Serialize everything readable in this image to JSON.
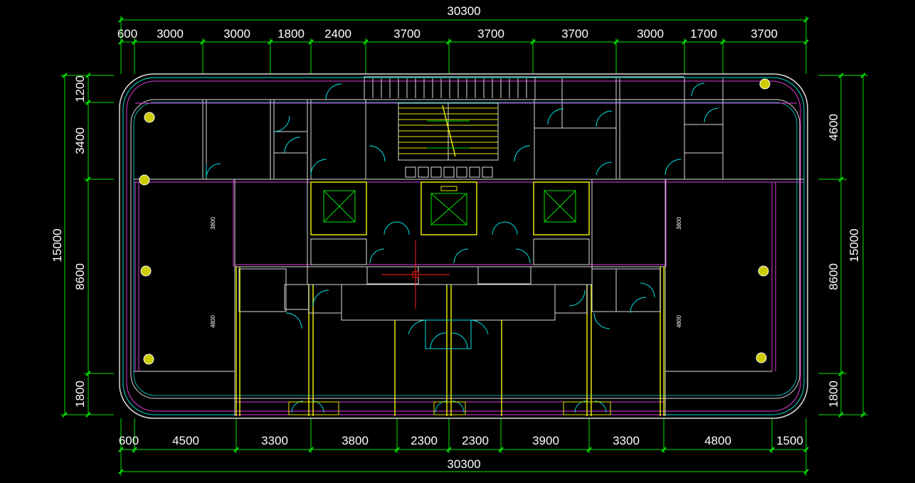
{
  "drawing": {
    "colors": {
      "background": "#000000",
      "dimension_line": "#00e600",
      "wall_yellow": "#e6e600",
      "wall_white": "#dcdcdc",
      "wall_magenta": "#e040e0",
      "cyan": "#00e0e0",
      "axis_red": "#ff2020"
    },
    "top_total": "30300",
    "bottom_total": "30300",
    "top_segments": [
      "600",
      "3000",
      "3000",
      "1800",
      "2400",
      "3700",
      "3700",
      "3700",
      "3000",
      "1700",
      "3700"
    ],
    "bottom_segments": [
      "600",
      "4500",
      "3300",
      "3800",
      "2300",
      "2300",
      "3900",
      "3300",
      "4800",
      "1500"
    ],
    "left_total": "15000",
    "right_total": "15000",
    "left_segments": [
      "1200",
      "3400",
      "8600",
      "1800"
    ],
    "right_segments": [
      "4600",
      "8600",
      "1800"
    ],
    "inner_labels": {
      "left_upper": "3800",
      "left_lower": "4800",
      "right_upper": "3800",
      "right_lower": "4800"
    }
  }
}
